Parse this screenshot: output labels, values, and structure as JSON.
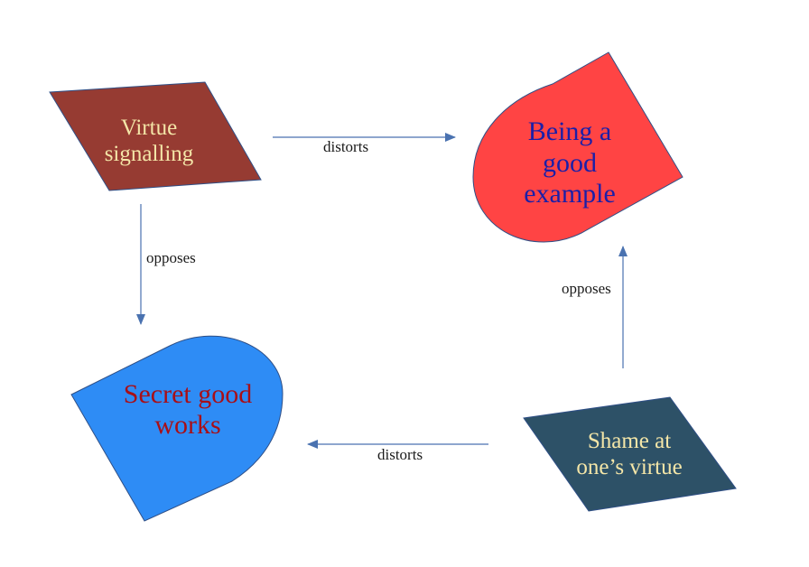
{
  "diagram": {
    "nodes": {
      "virtue_signalling": {
        "label": "Virtue signalling",
        "fill": "#963b32",
        "text_color": "#f4e6a8"
      },
      "being_good_example": {
        "label": "Being a good example",
        "fill": "#ff4444",
        "text_color": "#1b1fa8"
      },
      "secret_good_works": {
        "label": "Secret good works",
        "fill": "#2e8cf5",
        "text_color": "#a80f17"
      },
      "shame_at_virtue": {
        "label": "Shame at one’s virtue",
        "fill": "#2d5167",
        "text_color": "#f4e6a8"
      }
    },
    "edges": {
      "signalling_to_example": {
        "label": "distorts"
      },
      "signalling_to_secret": {
        "label": "opposes"
      },
      "shame_to_example": {
        "label": "opposes"
      },
      "shame_to_secret": {
        "label": "distorts"
      }
    },
    "colors": {
      "arrow": "#4a72b0",
      "outline": "#2f4f86"
    }
  }
}
